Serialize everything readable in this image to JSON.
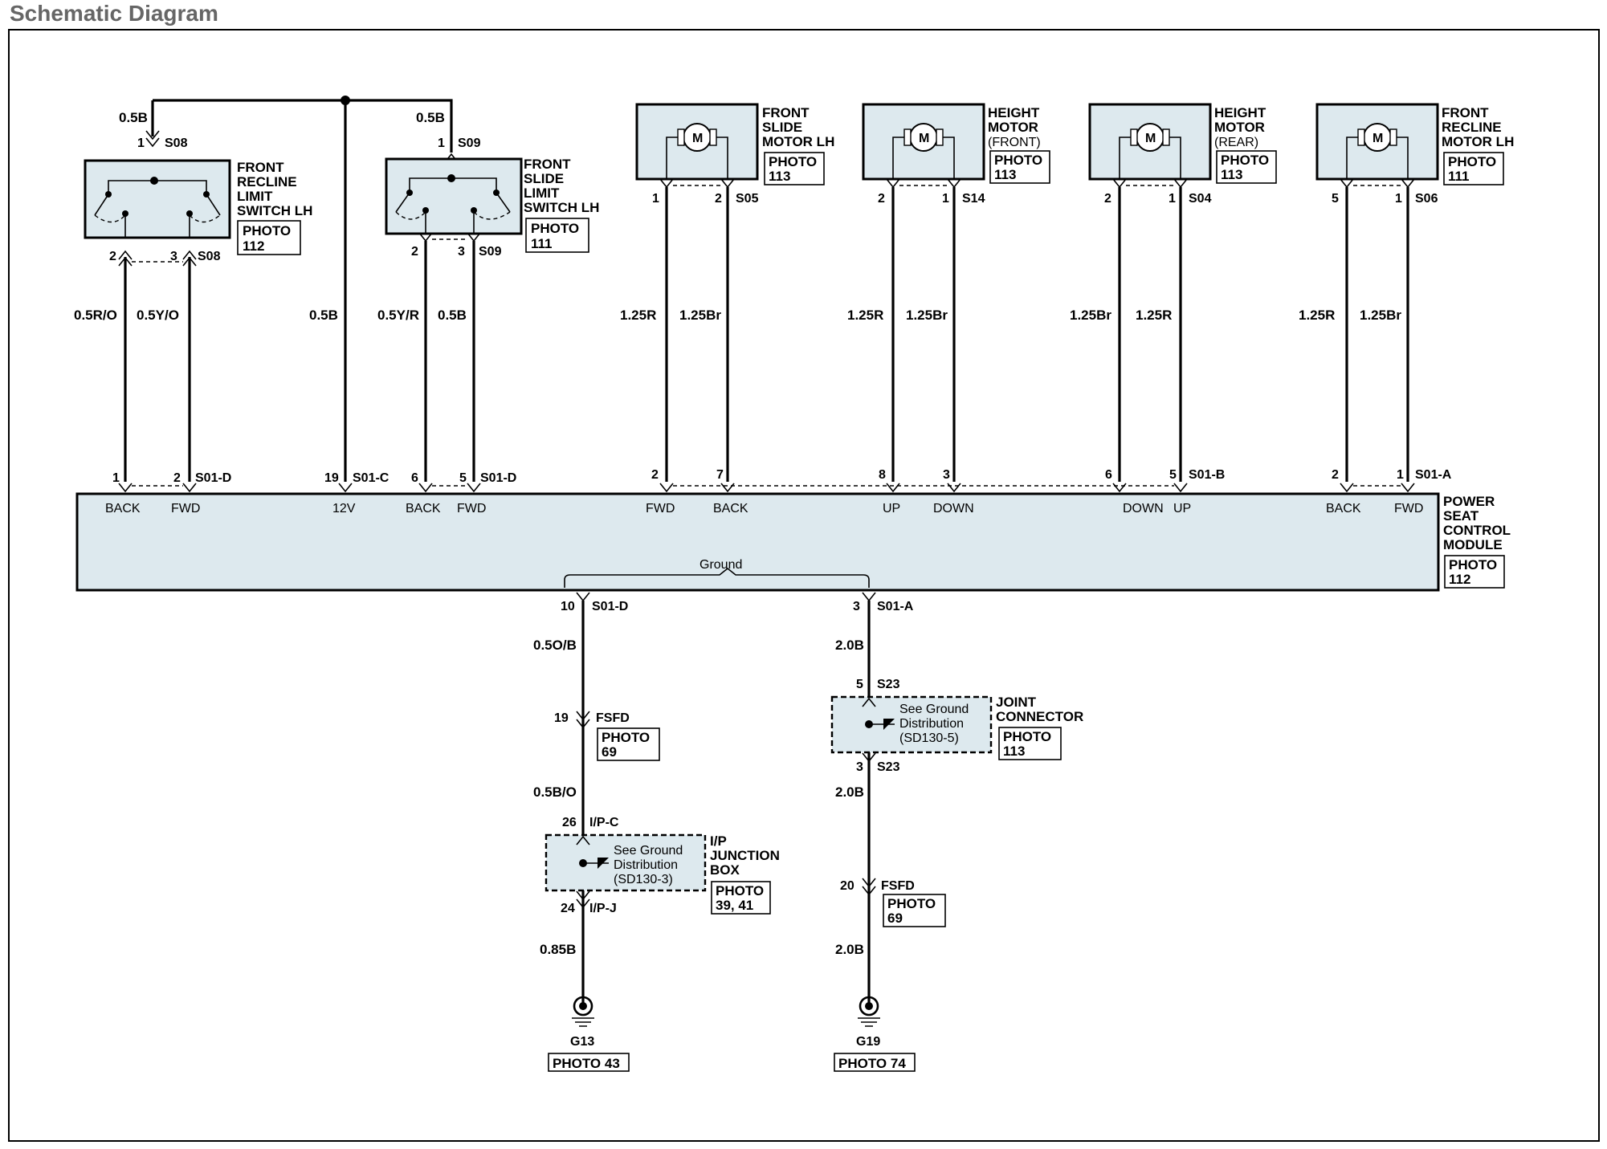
{
  "title": "Schematic Diagram",
  "colors": {
    "box_fill": "#dde9ee",
    "title": "#666666"
  },
  "components": {
    "recline_switch": {
      "name_lines": [
        "FRONT",
        "RECLINE",
        "LIMIT",
        "SWITCH LH"
      ],
      "photo": [
        "PHOTO",
        "112"
      ],
      "top_pin": "1",
      "top_conn": "S08",
      "bottom_pins": [
        "2",
        "3"
      ],
      "bottom_conn": "S08",
      "supply_wire": "0.5B"
    },
    "slide_switch": {
      "name_lines": [
        "FRONT",
        "SLIDE",
        "LIMIT",
        "SWITCH LH"
      ],
      "photo": [
        "PHOTO",
        "111"
      ],
      "top_pin": "1",
      "top_conn": "S09",
      "bottom_pins": [
        "2",
        "3"
      ],
      "bottom_conn": "S09",
      "supply_wire": "0.5B"
    },
    "slide_motor": {
      "name_lines": [
        "FRONT",
        "SLIDE",
        "MOTOR LH"
      ],
      "photo": [
        "PHOTO",
        "113"
      ],
      "pins": [
        "1",
        "2"
      ],
      "conn": "S05",
      "motor": "M"
    },
    "height_front": {
      "name_lines": [
        "HEIGHT",
        "MOTOR",
        "(FRONT)"
      ],
      "photo": [
        "PHOTO",
        "113"
      ],
      "pins": [
        "2",
        "1"
      ],
      "conn": "S14",
      "motor": "M"
    },
    "height_rear": {
      "name_lines": [
        "HEIGHT",
        "MOTOR",
        "(REAR)"
      ],
      "photo": [
        "PHOTO",
        "113"
      ],
      "pins": [
        "2",
        "1"
      ],
      "conn": "S04",
      "motor": "M"
    },
    "recline_motor": {
      "name_lines": [
        "FRONT",
        "RECLINE",
        "MOTOR LH"
      ],
      "photo": [
        "PHOTO",
        "111"
      ],
      "pins": [
        "5",
        "1"
      ],
      "conn": "S06",
      "motor": "M"
    }
  },
  "wires": {
    "recline": [
      "0.5R/O",
      "0.5Y/O"
    ],
    "supply": "0.5B",
    "slide_sw": [
      "0.5Y/R",
      "0.5B"
    ],
    "slide_motor": [
      "1.25R",
      "1.25Br"
    ],
    "height_front": [
      "1.25R",
      "1.25Br"
    ],
    "height_rear": [
      "1.25Br",
      "1.25R"
    ],
    "recline_motor": [
      "1.25R",
      "1.25Br"
    ]
  },
  "module": {
    "name_lines": [
      "POWER",
      "SEAT",
      "CONTROL",
      "MODULE"
    ],
    "photo": [
      "PHOTO",
      "112"
    ],
    "ground_label": "Ground",
    "top_pins": [
      {
        "pin": "1",
        "func": "BACK"
      },
      {
        "pin": "2",
        "func": "FWD"
      },
      {
        "pin": "19",
        "func": "12V"
      },
      {
        "pin": "6",
        "func": "BACK"
      },
      {
        "pin": "5",
        "func": "FWD"
      },
      {
        "pin": "2",
        "func": "FWD"
      },
      {
        "pin": "7",
        "func": "BACK"
      },
      {
        "pin": "8",
        "func": "UP"
      },
      {
        "pin": "3",
        "func": "DOWN"
      },
      {
        "pin": "6",
        "func": "DOWN"
      },
      {
        "pin": "5",
        "func": "UP"
      },
      {
        "pin": "2",
        "func": "BACK"
      },
      {
        "pin": "1",
        "func": "FWD"
      }
    ],
    "top_conns": [
      "S01-D",
      "S01-C",
      "S01-D",
      "S01-B",
      "S01-A"
    ]
  },
  "ground_left": {
    "module_pin": "10",
    "module_conn": "S01-D",
    "wire1": "0.5O/B",
    "fsfd_pin": "19",
    "fsfd_conn": "FSFD",
    "fsfd_photo": [
      "PHOTO",
      "69"
    ],
    "wire2": "0.5B/O",
    "jb_top_pin": "26",
    "jb_top_conn": "I/P-C",
    "jb_text": [
      "See Ground",
      "Distribution",
      "(SD130-3)"
    ],
    "jb_name": [
      "I/P",
      "JUNCTION",
      "BOX"
    ],
    "jb_photo": [
      "PHOTO",
      "39, 41"
    ],
    "jb_bot_pin": "24",
    "jb_bot_conn": "I/P-J",
    "wire3": "0.85B",
    "ground": "G13",
    "ground_photo": "PHOTO 43"
  },
  "ground_right": {
    "module_pin": "3",
    "module_conn": "S01-A",
    "wire1": "2.0B",
    "jc_top_pin": "5",
    "jc_top_conn": "S23",
    "jc_text": [
      "See Ground",
      "Distribution",
      "(SD130-5)"
    ],
    "jc_name": [
      "JOINT",
      "CONNECTOR"
    ],
    "jc_photo": [
      "PHOTO",
      "113"
    ],
    "jc_bot_pin": "3",
    "jc_bot_conn": "S23",
    "wire2": "2.0B",
    "fsfd_pin": "20",
    "fsfd_conn": "FSFD",
    "fsfd_photo": [
      "PHOTO",
      "69"
    ],
    "wire3": "2.0B",
    "ground": "G19",
    "ground_photo": "PHOTO 74"
  }
}
